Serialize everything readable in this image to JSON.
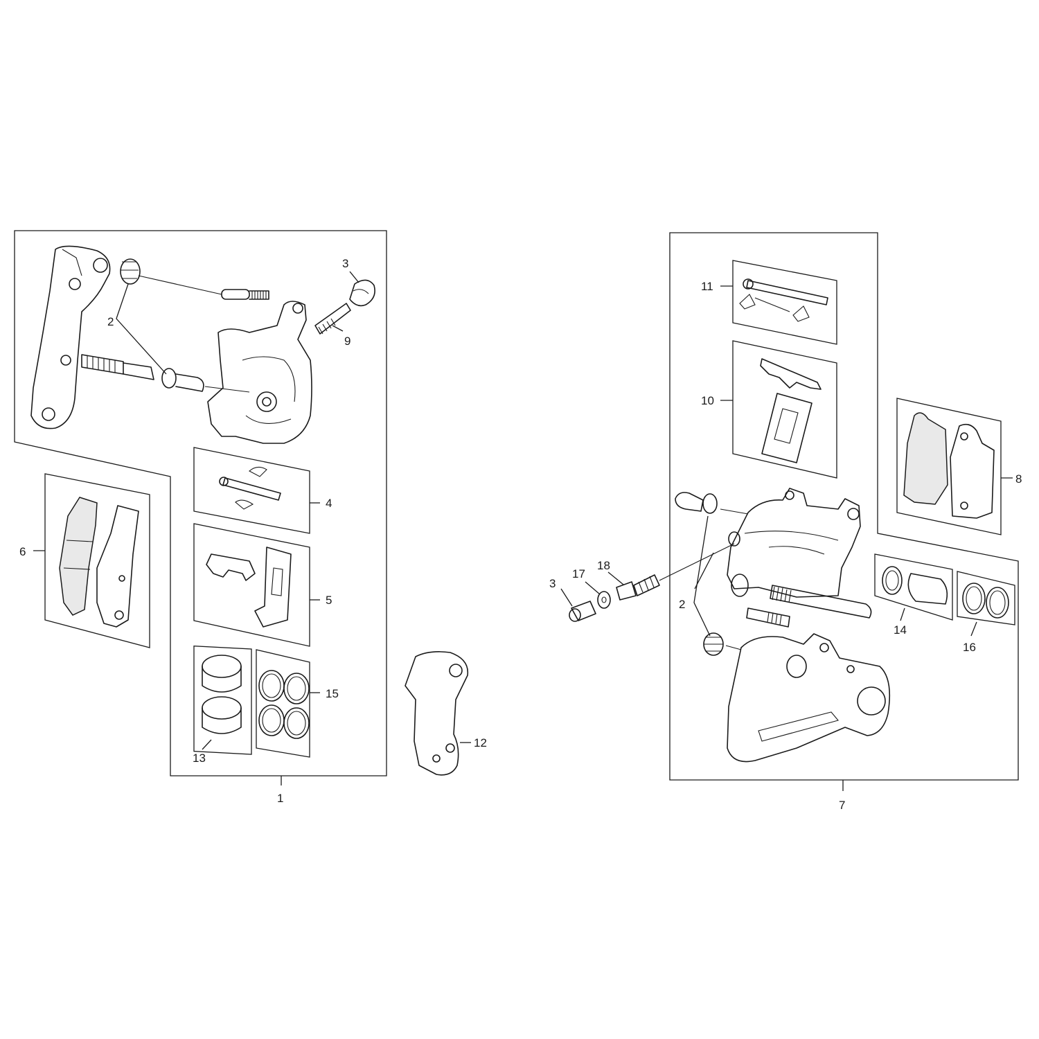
{
  "callouts": {
    "c1": "1",
    "c2a": "2",
    "c3a": "3",
    "c9": "9",
    "c4": "4",
    "c5": "5",
    "c6": "6",
    "c13": "13",
    "c15": "15",
    "c12": "12",
    "c11": "11",
    "c10": "10",
    "c8": "8",
    "c3b": "3",
    "c17": "17",
    "c18": "18",
    "c2b": "2",
    "c14": "14",
    "c16": "16",
    "c7": "7"
  }
}
